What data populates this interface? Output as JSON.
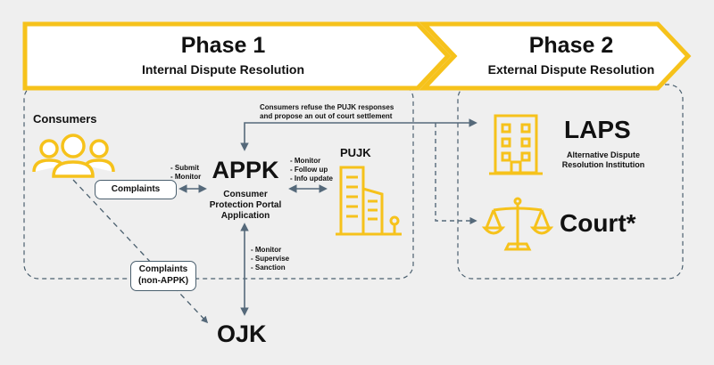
{
  "colors": {
    "yellow": "#f6c21b",
    "accent_fill": "#ffffff",
    "arrow": "#55697a",
    "dash": "#4a5f6e",
    "background": "#efefef"
  },
  "phase1": {
    "title": "Phase 1",
    "subtitle": "Internal Dispute Resolution"
  },
  "phase2": {
    "title": "Phase 2",
    "subtitle": "External Dispute Resolution"
  },
  "consumers": {
    "label": "Consumers",
    "icon": "consumers-group-icon"
  },
  "complaints": {
    "label": "Complaints"
  },
  "complaints_non": {
    "line1": "Complaints",
    "line2": "(non-APPK)"
  },
  "submit_note": {
    "line1": "- Submit",
    "line2": "- Monitor"
  },
  "appk": {
    "title": "APPK",
    "line1": "Consumer",
    "line2": "Protection Portal",
    "line3": "Application"
  },
  "pujk": {
    "label": "PUJK",
    "icon": "buildings-icon"
  },
  "pujk_note": {
    "line1": "- Monitor",
    "line2": "- Follow up",
    "line3": "- Info update"
  },
  "ojk_note": {
    "line1": "- Monitor",
    "line2": "- Supervise",
    "line3": "- Sanction"
  },
  "ojk": {
    "label": "OJK"
  },
  "refuse_note": {
    "line1": "Consumers refuse the PUJK responses",
    "line2": "and propose an out of court settlement"
  },
  "laps": {
    "title": "LAPS",
    "line1": "Alternative Dispute",
    "line2": "Resolution Institution",
    "icon": "building-icon"
  },
  "court": {
    "title": "Court*",
    "icon": "scales-icon"
  }
}
